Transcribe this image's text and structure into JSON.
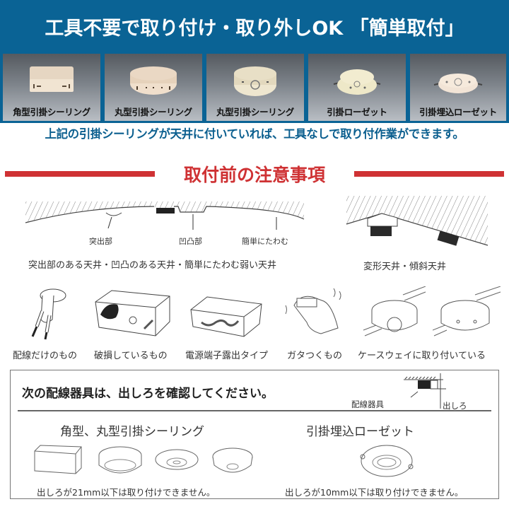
{
  "header": {
    "title": "工具不要で取り付け・取り外しOK 「簡単取付」",
    "background": "#0a6395"
  },
  "tiles": [
    {
      "label": "角型引掛シーリング",
      "icon": "square-ceiling-hook-icon"
    },
    {
      "label": "丸型引掛シーリング",
      "icon": "round-ceiling-hook-icon"
    },
    {
      "label": "丸型引掛シーリング",
      "icon": "round-ceiling-hook-alt-icon"
    },
    {
      "label": "引掛ローゼット",
      "icon": "hook-rosette-icon"
    },
    {
      "label": "引掛埋込ローゼット",
      "icon": "embedded-rosette-icon"
    }
  ],
  "blue_note": "上記の引掛シーリングが天井に付いていれば、工具なしで取り付作業ができます。",
  "section": {
    "title": "取付前の注意事項",
    "accent": "#cf3234"
  },
  "ceiling_diagram": {
    "labels": [
      "突出部",
      "凹凸部",
      "簡単にたわむ"
    ],
    "caption": "突出部のある天井・凹凸のある天井・簡単にたわむ弱い天井"
  },
  "slope_diagram": {
    "caption": "変形天井・傾斜天井"
  },
  "cautions": [
    {
      "label": "配線だけのもの"
    },
    {
      "label": "破損しているもの"
    },
    {
      "label": "電源端子露出タイプ"
    },
    {
      "label": "ガタつくもの"
    },
    {
      "label": "ケースウェイに取り付いている"
    }
  ],
  "check_box": {
    "title": "次の配線器具は、出しろを確認してください。",
    "legend_device": "配線器具",
    "legend_margin": "出しろ",
    "groups": [
      {
        "title": "角型、丸型引掛シーリング",
        "note": "出しろが21mm以下は取り付けできません。",
        "min_mm": 21
      },
      {
        "title": "引掛埋込ローゼット",
        "note": "出しろが10mm以下は取り付けできません。",
        "min_mm": 10
      }
    ]
  }
}
